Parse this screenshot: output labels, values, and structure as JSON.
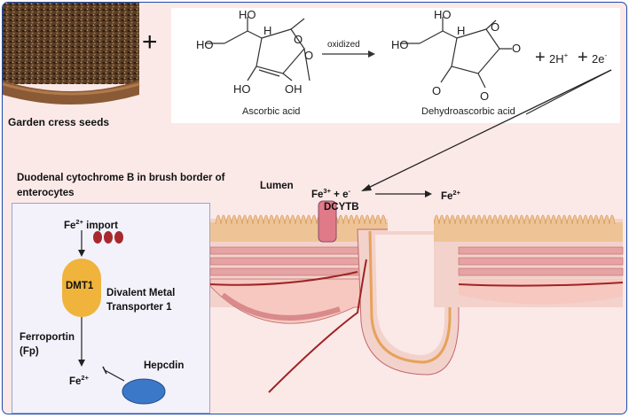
{
  "seed_caption": "Garden cress seeds",
  "plus": "+",
  "chemistry": {
    "reactant_label": "Ascorbic acid",
    "product_label": "Dehydroascorbic acid",
    "arrow_label": "oxidized",
    "ho": "HO",
    "oh": "OH",
    "h": "H",
    "o": "O",
    "plus": "+",
    "hydrogen": "2H",
    "hydrogen_charge": "+",
    "electron": "2e",
    "electron_charge": "-"
  },
  "heading": "Duodenal cytochrome B in brush border of enterocytes",
  "panel": {
    "fe_import": "Fe",
    "fe_import_charge": "2+",
    "fe_import_suffix": " import",
    "dmt1": "DMT1",
    "dmt1_name_line1": "Divalent Metal",
    "dmt1_name_line2": "Transporter 1",
    "ferroportin_line1": "Ferroportin",
    "ferroportin_line2": "(Fp)",
    "fe_out": "Fe",
    "fe_out_charge": "2+",
    "hepcidin": "Hepcdin"
  },
  "lumen": {
    "label": "Lumen",
    "fe3": "Fe",
    "fe3_charge": "3+",
    "electron_text": " + e",
    "electron_charge": "-",
    "dcytb": "DCYTB",
    "fe2": "Fe",
    "fe2_charge": "2+"
  },
  "colors": {
    "background": "#fbe9e8",
    "border": "#1e4aa8",
    "dmt1": "#f0b43c",
    "hepcidin": "#3b78c8",
    "iron": "#a8282e",
    "villi": "#eec496",
    "muscle": "#e6a3a3",
    "vessel": "#9e2424",
    "dcytb": "#e07a88"
  }
}
